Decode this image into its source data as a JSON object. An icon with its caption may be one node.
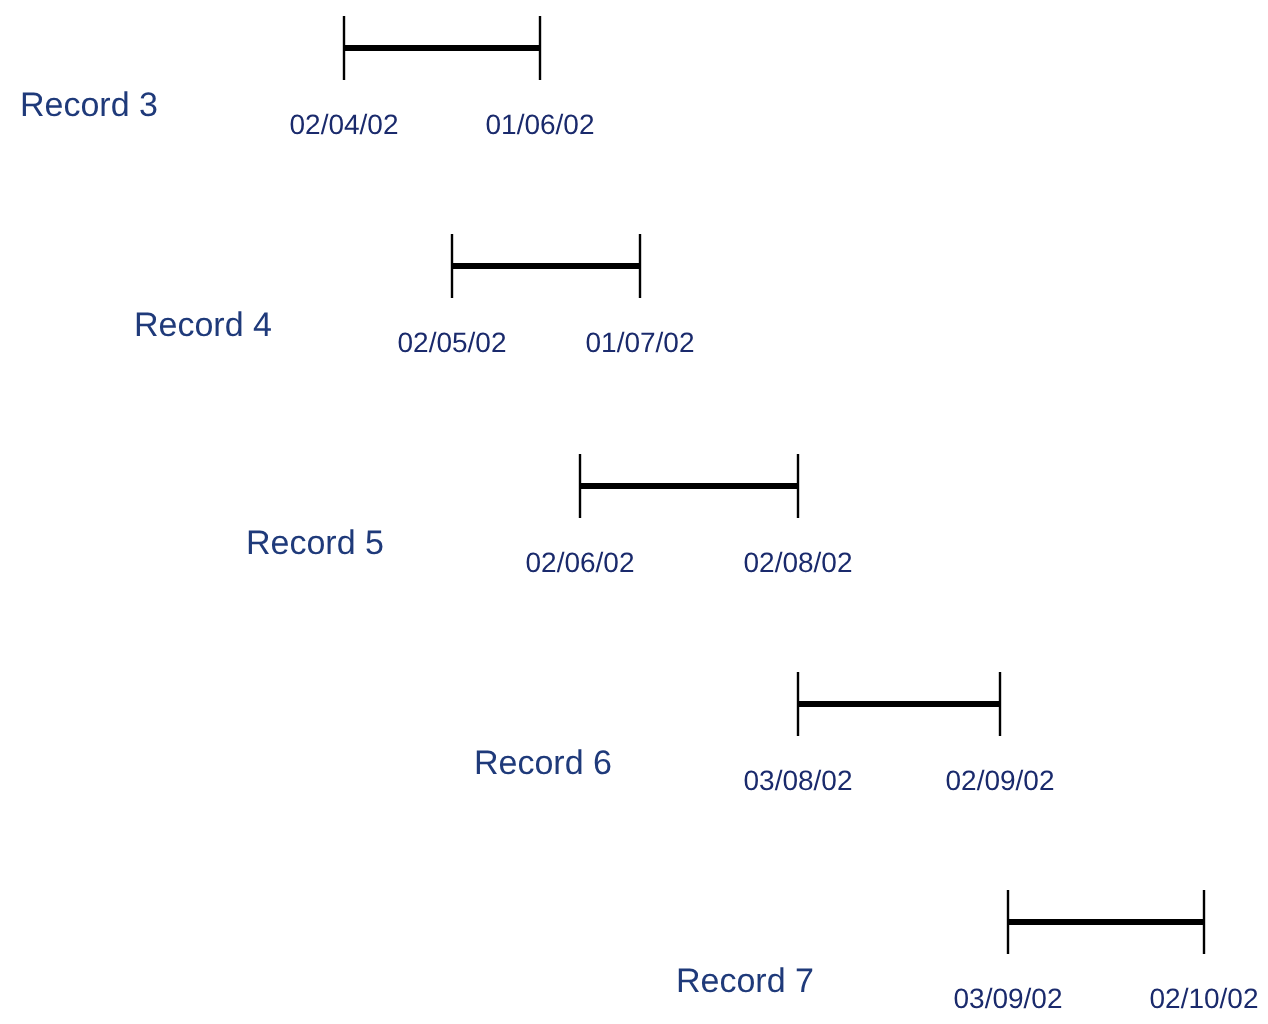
{
  "diagram": {
    "labels": [
      "Record 3",
      "02/04/02",
      "01/06/02",
      "Record 4",
      "02/05/02",
      "01/07/02",
      "Record 5",
      "02/06/02",
      "02/08/02",
      "Record 6",
      "03/08/02",
      "02/09/02",
      "Record 7",
      "03/09/02",
      "02/10/02"
    ]
  }
}
